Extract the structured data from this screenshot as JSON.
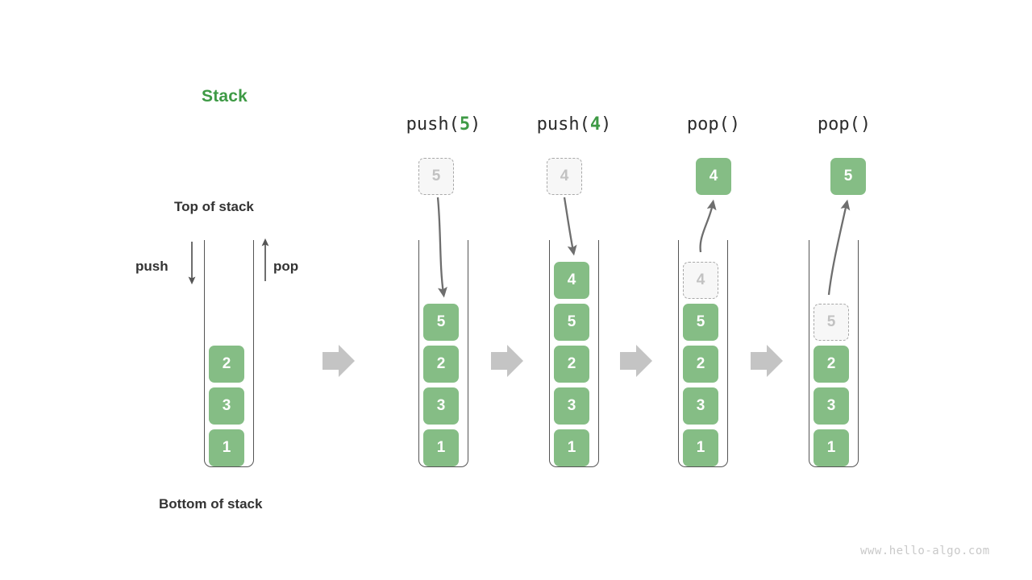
{
  "title": "Stack",
  "labels": {
    "top_of_stack": "Top of stack",
    "bottom_of_stack": "Bottom of stack",
    "push": "push",
    "pop": "pop"
  },
  "watermark": "www.hello-algo.com",
  "colors": {
    "element_green": "#85bd85",
    "title_green": "#3e9a45",
    "ghost_fill": "#f7f7f7",
    "ghost_border": "#a8a8a8",
    "ghost_text": "#c2c2c2",
    "container_stroke": "#555555",
    "step_arrow": "#c4c4c4",
    "curve_arrow": "#6e6e6e",
    "text": "#333333",
    "watermark": "#c9c9c9"
  },
  "initial_stack": {
    "name": "initial",
    "elements": [
      "1",
      "3",
      "2"
    ],
    "top_label": "Top of stack",
    "bottom_label": "Bottom of stack"
  },
  "steps": [
    {
      "id": "push-5",
      "op_prefix": "push(",
      "op_arg": "5",
      "op_suffix": ")",
      "float": {
        "value": "5",
        "style": "ghost"
      },
      "elements": [
        "1",
        "3",
        "2",
        "5"
      ],
      "ghost_index": null,
      "direction": "down"
    },
    {
      "id": "push-4",
      "op_prefix": "push(",
      "op_arg": "4",
      "op_suffix": ")",
      "float": {
        "value": "4",
        "style": "ghost"
      },
      "elements": [
        "1",
        "3",
        "2",
        "5",
        "4"
      ],
      "ghost_index": null,
      "direction": "down"
    },
    {
      "id": "pop-1",
      "op_prefix": "pop(",
      "op_arg": "",
      "op_suffix": ")",
      "float": {
        "value": "4",
        "style": "solid"
      },
      "elements": [
        "1",
        "3",
        "2",
        "5",
        "4"
      ],
      "ghost_index": 4,
      "direction": "up"
    },
    {
      "id": "pop-2",
      "op_prefix": "pop(",
      "op_arg": "",
      "op_suffix": ")",
      "float": {
        "value": "5",
        "style": "solid"
      },
      "elements": [
        "1",
        "3",
        "2",
        "5"
      ],
      "ghost_index": 3,
      "direction": "up"
    }
  ],
  "step_arrow_count": 4
}
